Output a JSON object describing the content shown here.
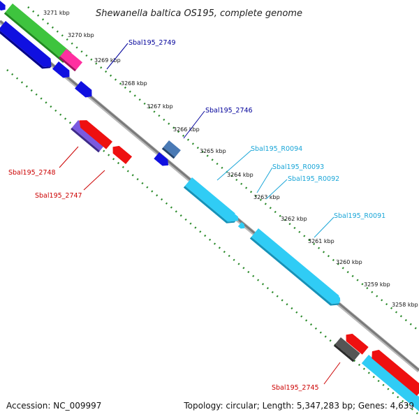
{
  "title": "Shewanella baltica OS195, complete genome",
  "footer": {
    "accession": "Accession: NC_009997",
    "summary": "Topology: circular; Length: 5,347,283 bp; Genes: 4,639"
  },
  "scale_ticks": [
    "3271 kbp",
    "3270 kbp",
    "3269 kbp",
    "3268 kbp",
    "3267 kbp",
    "3266 kbp",
    "3265 kbp",
    "3264 kbp",
    "3263 kbp",
    "3262 kbp",
    "3261 kbp",
    "3260 kbp",
    "3259 kbp",
    "3258 kbp"
  ],
  "gene_labels": {
    "g2749": "Sbal195_2749",
    "g2746": "Sbal195_2746",
    "r0094": "Sbal195_R0094",
    "r0093": "Sbal195_R0093",
    "r0092": "Sbal195_R0092",
    "r0091": "Sbal195_R0091",
    "g2748": "Sbal195_2748",
    "g2747": "Sbal195_2747",
    "g2745": "Sbal195_2745"
  },
  "colors": {
    "cds_forward": "#0000e6",
    "cds_reverse": "#e60000",
    "rrna": "#22c8f0",
    "label_forward": "#00009a",
    "label_reverse": "#cc0000",
    "label_rna": "#1aa6d8",
    "backbone": "#808080",
    "tick_dots": "#2a8a2a"
  }
}
